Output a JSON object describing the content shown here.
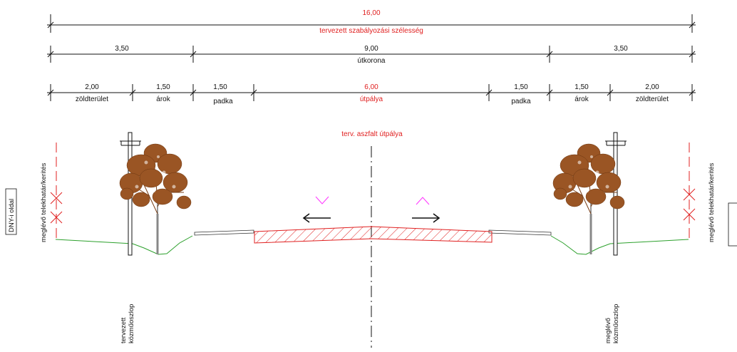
{
  "total": {
    "value": "16,00",
    "label": "tervezett szabályozási szélesség"
  },
  "row2": {
    "left": {
      "value": "3,50"
    },
    "center": {
      "value": "9,00",
      "label": "útkorona"
    },
    "right": {
      "value": "3,50"
    }
  },
  "row3": [
    {
      "value": "2,00",
      "label": "zöldterület"
    },
    {
      "value": "1,50",
      "label": "árok"
    },
    {
      "value": "1,50",
      "label": "padka"
    },
    {
      "value": "6,00",
      "label": "útpálya"
    },
    {
      "value": "1,50",
      "label": "padka"
    },
    {
      "value": "1,50",
      "label": "árok"
    },
    {
      "value": "2,00",
      "label": "zöldterület"
    }
  ],
  "road_label": "terv. aszfalt útpálya",
  "left_side": {
    "side_label": "DNY-i oldal",
    "boundary_label": "meglévő telekhatár/kerítés",
    "pole_label_1": "tervezett",
    "pole_label_2": "közműoszlop"
  },
  "right_side": {
    "boundary_label": "meglévő telekhatár/kerítés",
    "pole_label_1": "meglévő",
    "pole_label_2": "közműoszlop"
  },
  "colors": {
    "red": "#e02020",
    "ground": "#2ca02c",
    "tree": "#9a5524",
    "slope": "#ff33ff"
  }
}
